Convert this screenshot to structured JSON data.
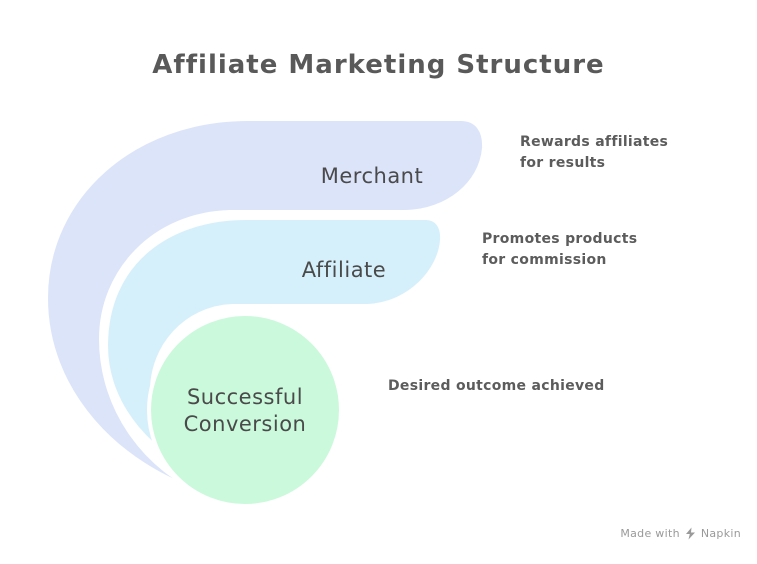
{
  "title": "Affiliate Marketing Structure",
  "diagram": {
    "type": "nested-spiral",
    "items": [
      {
        "id": "merchant",
        "label": "Merchant",
        "annotation": "Rewards affiliates for results",
        "fill": "#dce4fa"
      },
      {
        "id": "affiliate",
        "label": "Affiliate",
        "annotation": "Promotes products for commission",
        "fill": "#d6f0fb"
      },
      {
        "id": "conversion",
        "label": "Successful Conversion",
        "annotation": "Desired outcome achieved",
        "fill": "#cbf9dc"
      }
    ]
  },
  "watermark": {
    "prefix": "Made with",
    "brand": "Napkin"
  },
  "colors": {
    "background": "#ffffff",
    "title": "#595959",
    "label": "#4a4a4a",
    "annotation": "#5c5c5c",
    "watermark": "#9a9a9a",
    "stroke": "#ffffff"
  }
}
